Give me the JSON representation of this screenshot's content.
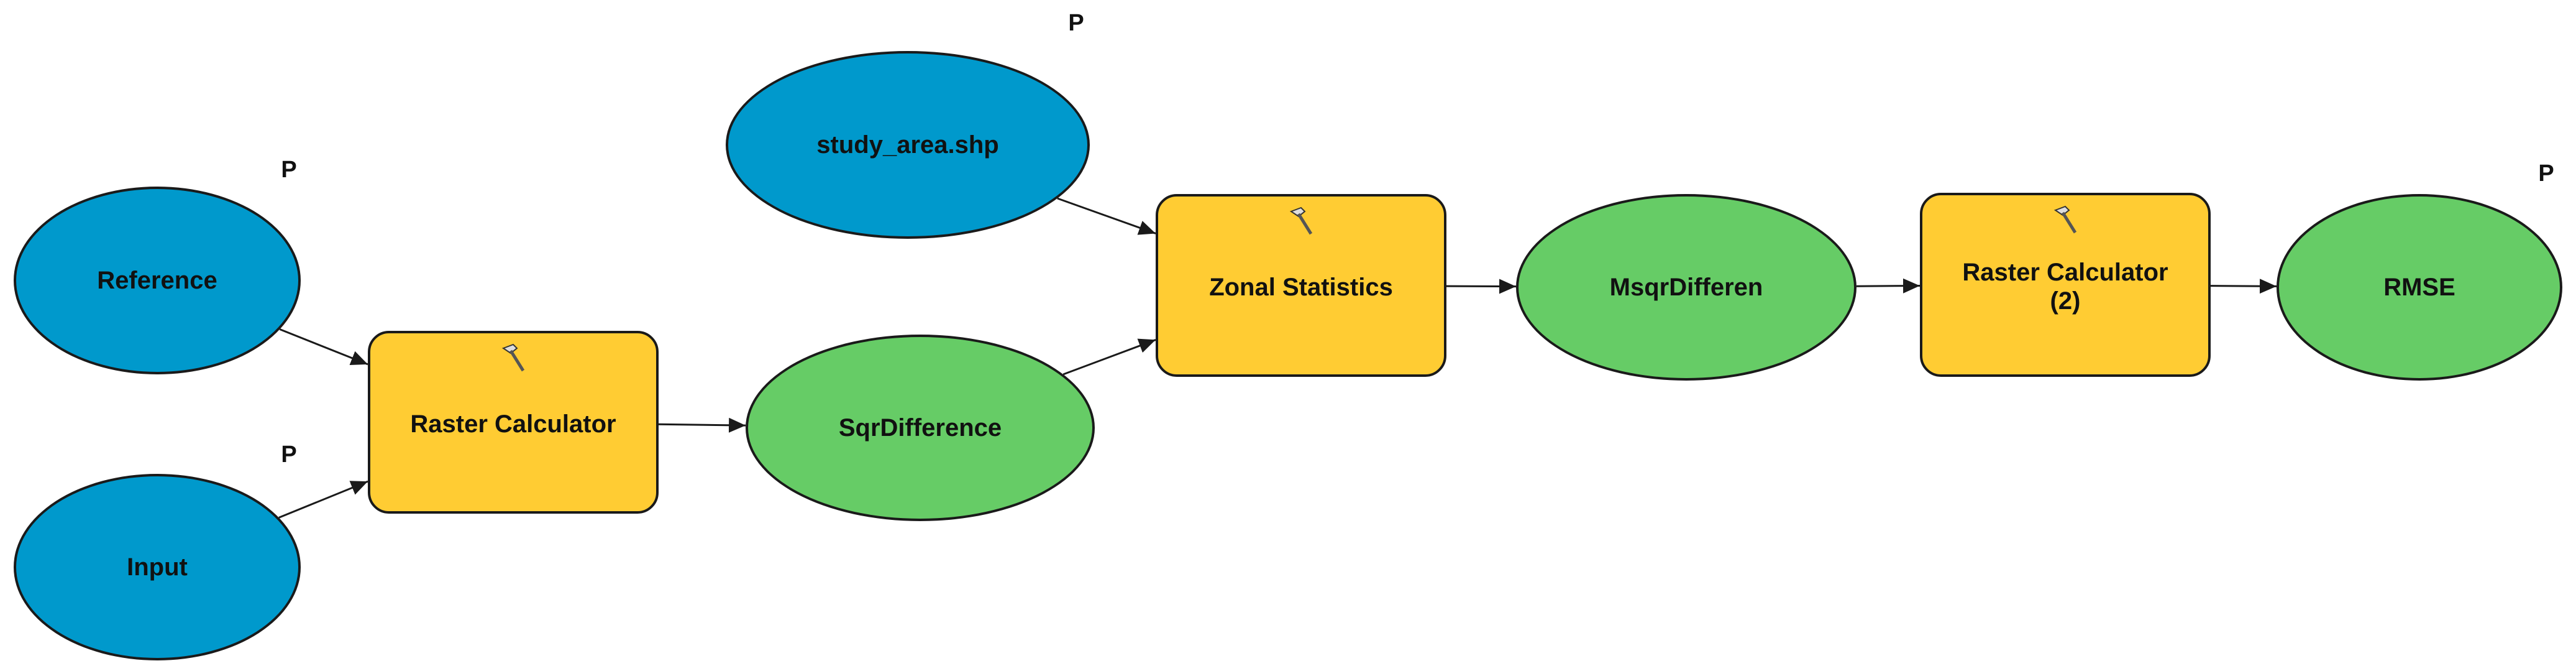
{
  "diagram": {
    "nodes": [
      {
        "id": "reference",
        "kind": "input",
        "label": "Reference",
        "parameter_flag": "P"
      },
      {
        "id": "input",
        "kind": "input",
        "label": "Input",
        "parameter_flag": "P"
      },
      {
        "id": "raster-calc-1",
        "kind": "tool",
        "label": "Raster Calculator",
        "icon": "hammer-icon"
      },
      {
        "id": "sqrdifference",
        "kind": "output",
        "label": "SqrDifference"
      },
      {
        "id": "study-area",
        "kind": "input",
        "label": "study_area.shp",
        "parameter_flag": "P"
      },
      {
        "id": "zonal-stats",
        "kind": "tool",
        "label": "Zonal Statistics",
        "icon": "hammer-icon"
      },
      {
        "id": "msqrdifferen",
        "kind": "output",
        "label": "MsqrDifferen"
      },
      {
        "id": "raster-calc-2",
        "kind": "tool",
        "label": "Raster Calculator\n(2)",
        "icon": "hammer-icon"
      },
      {
        "id": "rmse",
        "kind": "output",
        "label": "RMSE",
        "parameter_flag": "P"
      }
    ],
    "edges": [
      {
        "from": "reference",
        "to": "raster-calc-1"
      },
      {
        "from": "input",
        "to": "raster-calc-1"
      },
      {
        "from": "raster-calc-1",
        "to": "sqrdifference"
      },
      {
        "from": "sqrdifference",
        "to": "zonal-stats"
      },
      {
        "from": "study-area",
        "to": "zonal-stats"
      },
      {
        "from": "zonal-stats",
        "to": "msqrdifferen"
      },
      {
        "from": "msqrdifferen",
        "to": "raster-calc-2"
      },
      {
        "from": "raster-calc-2",
        "to": "rmse"
      }
    ],
    "colors": {
      "input": "#0099cc",
      "output": "#66cc66",
      "tool": "#ffcc33",
      "outline": "#1a1a1a"
    }
  }
}
